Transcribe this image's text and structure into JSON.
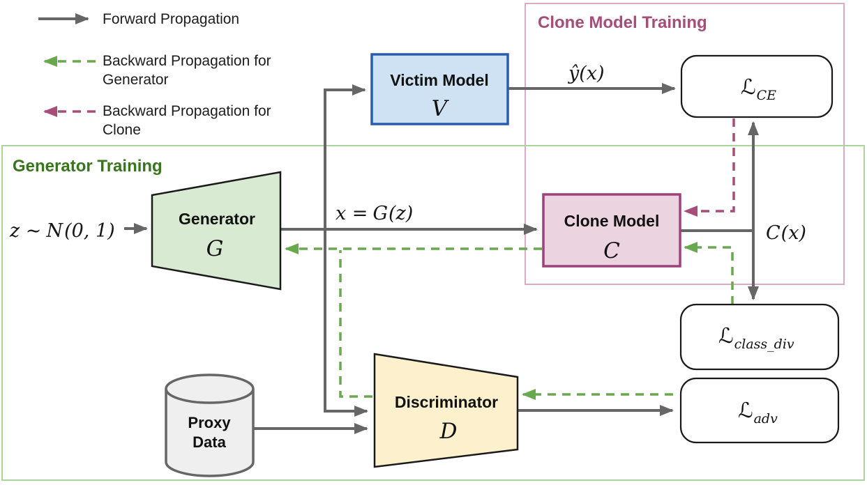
{
  "legend": {
    "forward": "Forward Propagation",
    "backward_generator_line1": "Backward Propagation for",
    "backward_generator_line2": "Generator",
    "backward_clone_line1": "Backward Propagation for",
    "backward_clone_line2": "Clone"
  },
  "containers": {
    "clone_training": {
      "label": "Clone Model Training"
    },
    "generator_training": {
      "label": "Generator Training"
    }
  },
  "nodes": {
    "victim": {
      "title": "Victim Model",
      "symbol": "V"
    },
    "generator": {
      "title": "Generator",
      "symbol": "G"
    },
    "clone": {
      "title": "Clone Model",
      "symbol": "C"
    },
    "discriminator": {
      "title": "Discriminator",
      "symbol": "D"
    },
    "proxy": {
      "line1": "Proxy",
      "line2": "Data"
    }
  },
  "losses": {
    "ce": {
      "script": "ℒ",
      "sub": "CE"
    },
    "class_div": {
      "script": "ℒ",
      "sub": "class_div"
    },
    "adv": {
      "script": "ℒ",
      "sub": "adv"
    }
  },
  "labels": {
    "z": {
      "prefix": "z ∼",
      "script": "N",
      "suffix": "(0, 1)"
    },
    "x": {
      "prefix": "x =",
      "script": "G",
      "suffix": "(z)"
    },
    "yhat": "ŷ(x)",
    "cx": {
      "script": "C",
      "suffix": "(x)"
    }
  },
  "colors": {
    "forward_line": "#666666",
    "backward_generator": "#6aa84f",
    "backward_clone": "#a64d79",
    "victim_fill": "#cfe2f3",
    "victim_border": "#2a5cab",
    "generator_fill": "#d9ead3",
    "clone_fill": "#ecd3e0",
    "clone_border": "#9c4179",
    "discriminator_fill": "#fcf0cd",
    "proxy_fill": "#efefef",
    "proxy_border": "#666666",
    "clone_training_border": "#dcaac4",
    "clone_training_label": "#a64d79",
    "generator_training_border": "#a9d49a",
    "generator_training_label": "#38761d",
    "loss_box_border": "#1a1a1a"
  }
}
